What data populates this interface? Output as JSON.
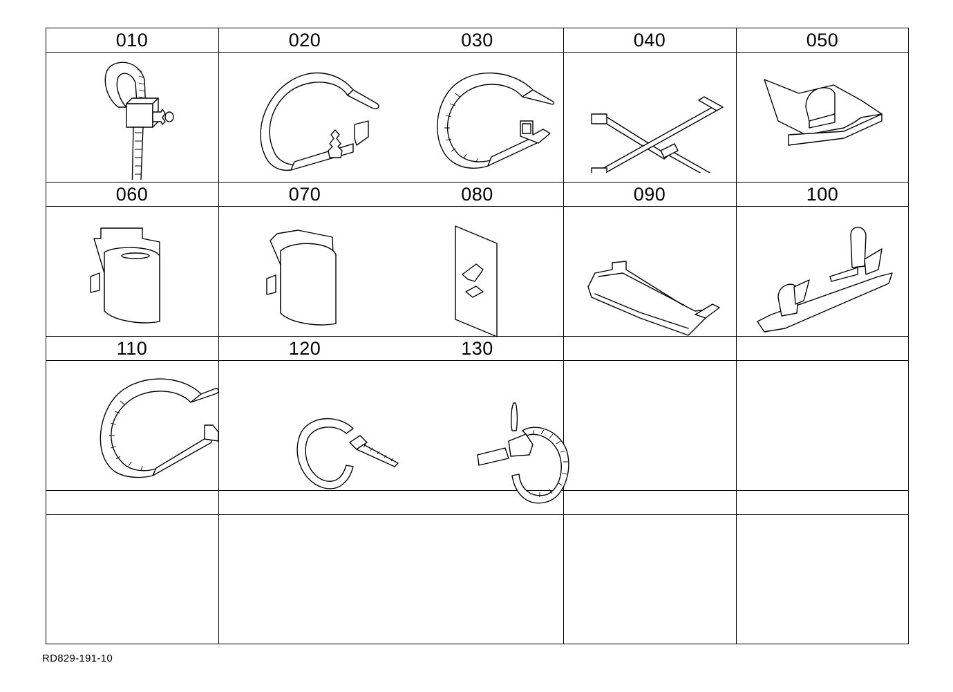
{
  "sheet": {
    "drawing_id": "RD829-191-10",
    "rows": [
      {
        "cells": [
          {
            "number": "010",
            "illustration": "cable-tie-with-stud-icon"
          },
          {
            "number": "020",
            "illustration": "cable-strap-with-fir-tree-clip-icon"
          },
          {
            "number": "030",
            "illustration": "cable-strap-with-edge-clip-icon"
          },
          {
            "number": "040",
            "illustration": "double-cable-tie-icon"
          },
          {
            "number": "050",
            "illustration": "cable-clip-nut-icon"
          }
        ]
      },
      {
        "cells": [
          {
            "number": "060",
            "illustration": "cable-holder-clip-icon"
          },
          {
            "number": "070",
            "illustration": "cable-holder-clip-icon"
          },
          {
            "number": "080",
            "illustration": "adhesive-clip-plate-icon"
          },
          {
            "number": "090",
            "illustration": "cable-bracket-icon"
          },
          {
            "number": "100",
            "illustration": "twin-expanding-clip-rail-icon"
          }
        ]
      },
      {
        "cells": [
          {
            "number": "110",
            "illustration": "cable-strap-with-edge-clip-icon"
          },
          {
            "number": "120",
            "illustration": "cable-tie-loop-icon"
          },
          {
            "number": "130",
            "illustration": "cable-tie-with-anchor-icon"
          },
          {
            "number": "",
            "illustration": ""
          },
          {
            "number": "",
            "illustration": ""
          }
        ]
      },
      {
        "cells": [
          {
            "number": "",
            "illustration": ""
          },
          {
            "number": "",
            "illustration": ""
          },
          {
            "number": "",
            "illustration": ""
          },
          {
            "number": "",
            "illustration": ""
          },
          {
            "number": "",
            "illustration": ""
          }
        ]
      }
    ]
  }
}
